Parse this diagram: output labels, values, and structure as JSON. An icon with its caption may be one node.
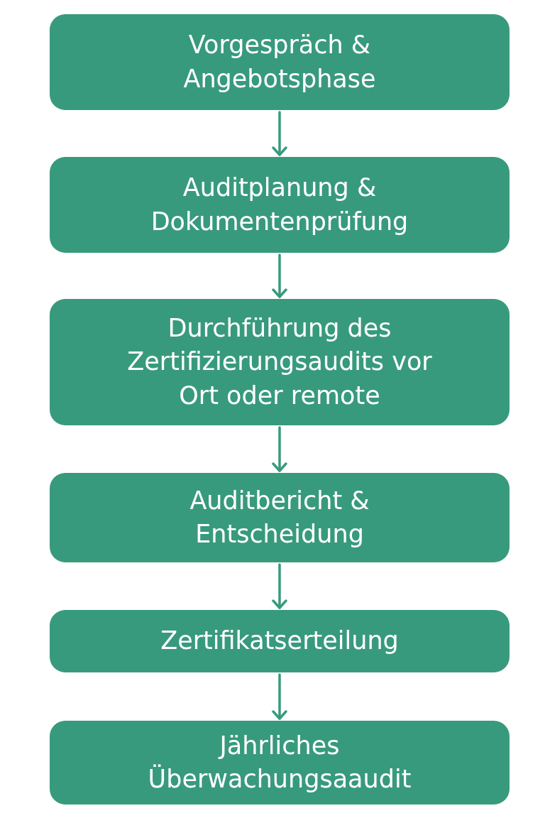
{
  "diagram": {
    "nodes": [
      {
        "text": [
          "Vorgespräch & Angebotsphase"
        ]
      },
      {
        "text": [
          "Auditplanung & Dokumentenprüfung"
        ]
      },
      {
        "text": [
          "Durchführung des Zertifizierungsaudits vor Ort oder remote"
        ]
      },
      {
        "text": [
          "Auditbericht & Entscheidung"
        ]
      },
      {
        "text": [
          "Zertifikatserteilung"
        ]
      },
      {
        "text": [
          "Jährliches Überwachungsaaudit"
        ]
      }
    ],
    "edges": [
      {
        "from": 0,
        "to": 1,
        "arrow": "to"
      },
      {
        "from": 1,
        "to": 2,
        "arrow": "to"
      },
      {
        "from": 2,
        "to": 3,
        "arrow": "to"
      },
      {
        "from": 3,
        "to": 4,
        "arrow": "to"
      },
      {
        "from": 4,
        "to": 5,
        "arrow": "to"
      }
    ]
  }
}
